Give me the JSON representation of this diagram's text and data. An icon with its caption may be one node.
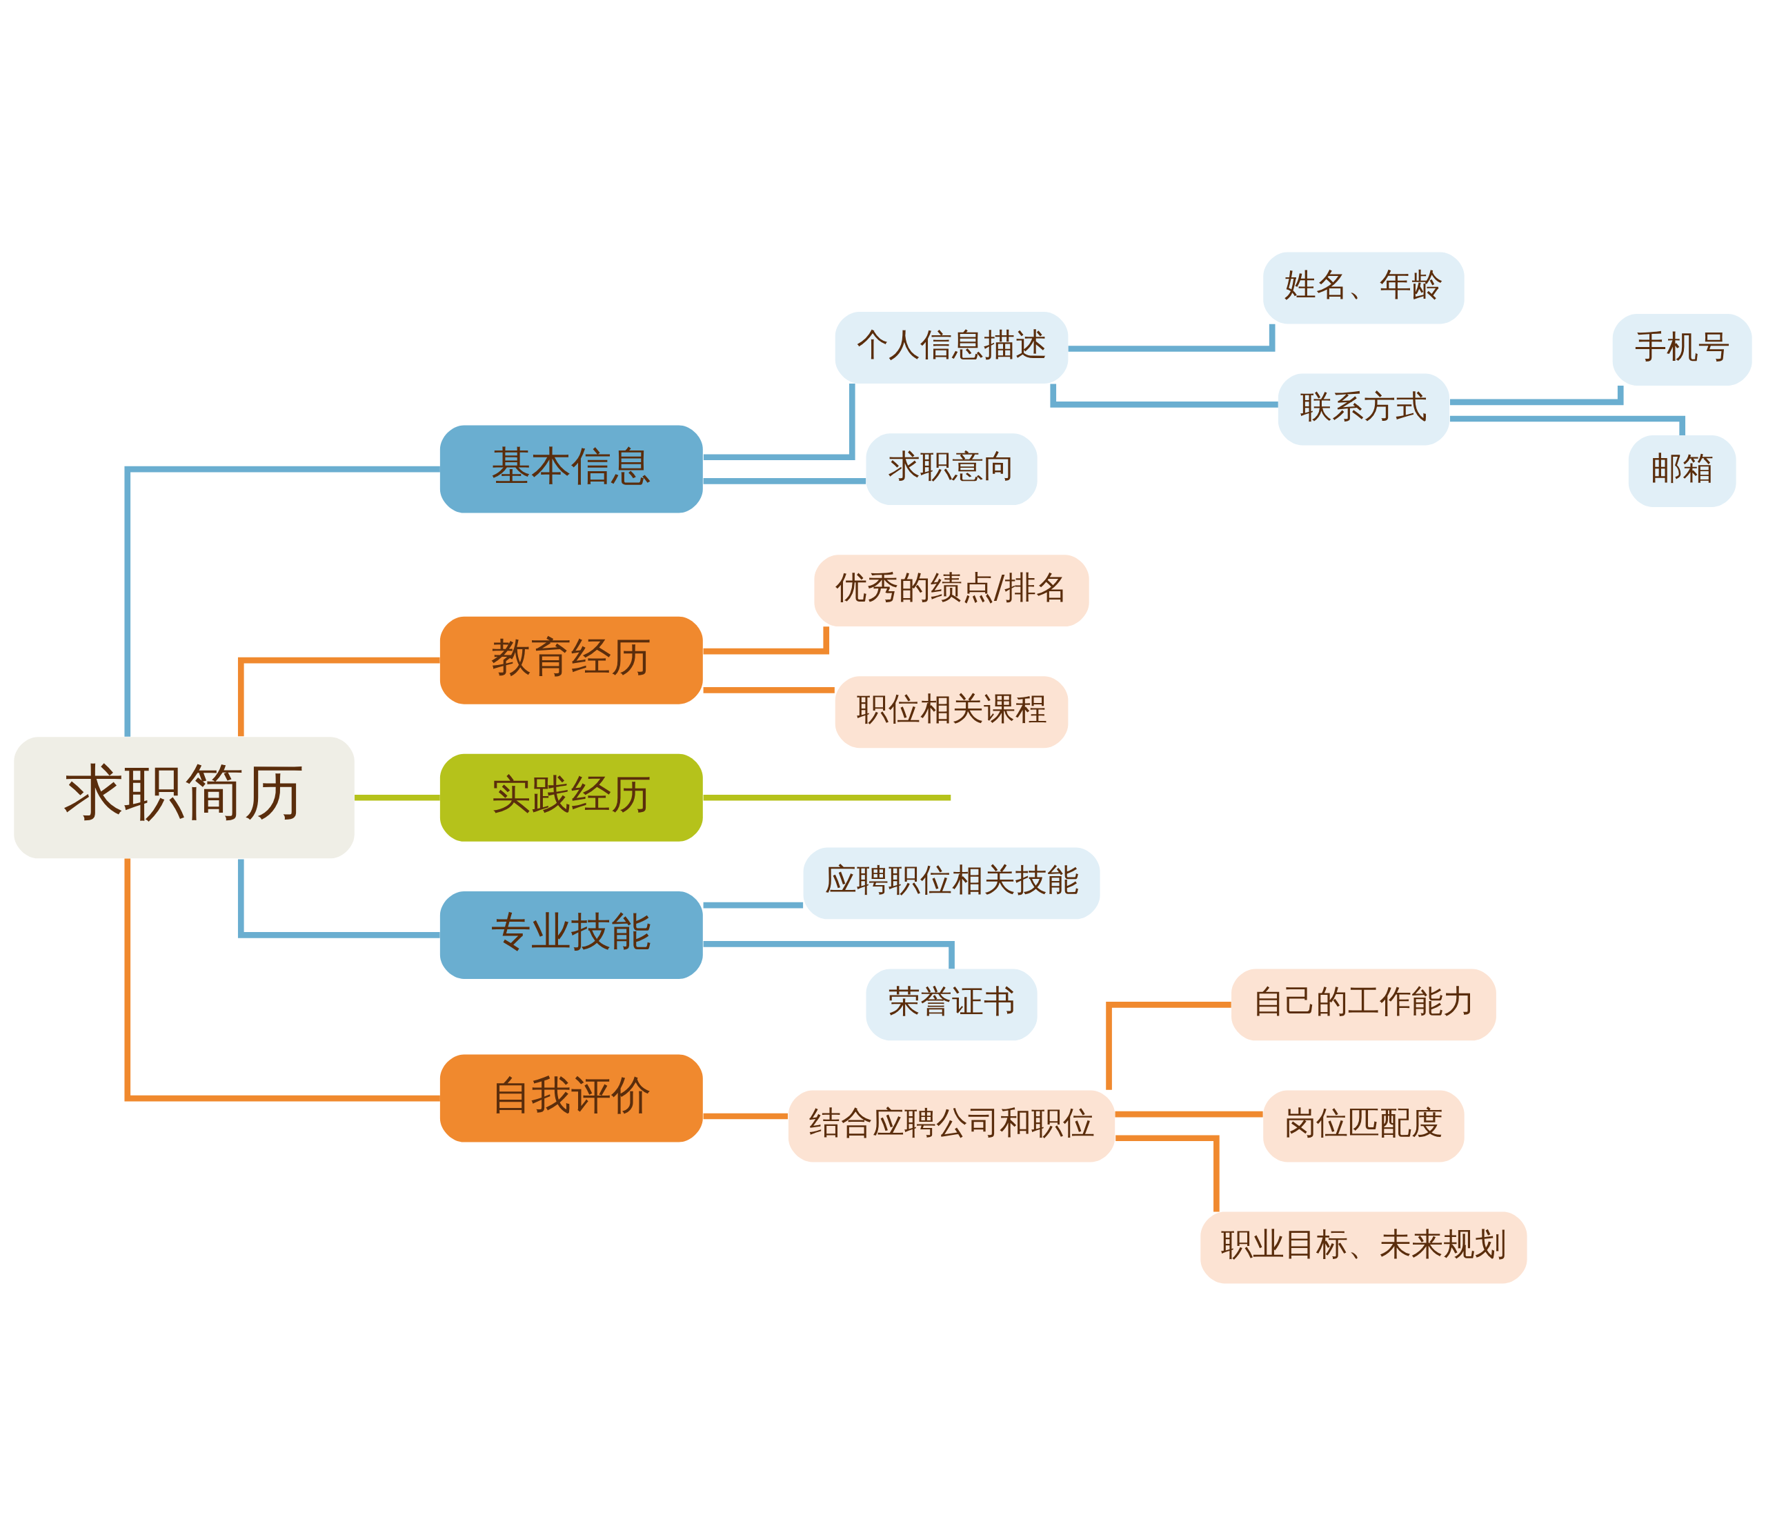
{
  "diagram": {
    "nodes": [
      {
        "text": [
          "求职简历"
        ]
      },
      {
        "text": [
          "基本信息"
        ]
      },
      {
        "text": [
          "个人信息描述"
        ]
      },
      {
        "text": [
          "姓名、年龄"
        ]
      },
      {
        "text": [
          "联系方式"
        ]
      },
      {
        "text": [
          "手机号"
        ]
      },
      {
        "text": [
          "邮箱"
        ]
      },
      {
        "text": [
          "求职意向"
        ]
      },
      {
        "text": [
          "教育经历"
        ]
      },
      {
        "text": [
          "优秀的绩点/排名"
        ]
      },
      {
        "text": [
          "职位相关课程"
        ]
      },
      {
        "text": [
          "实践经历"
        ]
      },
      {
        "text": [
          "专业技能"
        ]
      },
      {
        "text": [
          "应聘职位相关技能"
        ]
      },
      {
        "text": [
          "荣誉证书"
        ]
      },
      {
        "text": [
          "自我评价"
        ]
      },
      {
        "text": [
          "结合应聘公司和职位"
        ]
      },
      {
        "text": [
          "自己的工作能力"
        ]
      },
      {
        "text": [
          "岗位匹配度"
        ]
      },
      {
        "text": [
          "职业目标、未来规划"
        ]
      }
    ],
    "edges": [
      {
        "from": 0,
        "to": 1,
        "arrow": "none",
        "color": "#6aaed0"
      },
      {
        "from": 1,
        "to": 2,
        "arrow": "none",
        "color": "#6aaed0"
      },
      {
        "from": 2,
        "to": 3,
        "arrow": "none",
        "color": "#6aaed0"
      },
      {
        "from": 2,
        "to": 4,
        "arrow": "none",
        "color": "#6aaed0"
      },
      {
        "from": 4,
        "to": 5,
        "arrow": "none",
        "color": "#6aaed0"
      },
      {
        "from": 4,
        "to": 6,
        "arrow": "none",
        "color": "#6aaed0"
      },
      {
        "from": 1,
        "to": 7,
        "arrow": "none",
        "color": "#6aaed0"
      },
      {
        "from": 0,
        "to": 8,
        "arrow": "none",
        "color": "#f0892e"
      },
      {
        "from": 8,
        "to": 9,
        "arrow": "none",
        "color": "#f0892e"
      },
      {
        "from": 8,
        "to": 10,
        "arrow": "none",
        "color": "#f0892e"
      },
      {
        "from": 0,
        "to": 11,
        "arrow": "none",
        "color": "#b5c21b"
      },
      {
        "from": 11,
        "to": null,
        "arrow": "none",
        "color": "#b5c21b"
      },
      {
        "from": 0,
        "to": 12,
        "arrow": "none",
        "color": "#6aaed0"
      },
      {
        "from": 12,
        "to": 13,
        "arrow": "none",
        "color": "#6aaed0"
      },
      {
        "from": 12,
        "to": 14,
        "arrow": "none",
        "color": "#6aaed0"
      },
      {
        "from": 0,
        "to": 15,
        "arrow": "none",
        "color": "#f0892e"
      },
      {
        "from": 15,
        "to": 16,
        "arrow": "none",
        "color": "#f0892e"
      },
      {
        "from": 16,
        "to": 17,
        "arrow": "none",
        "color": "#f0892e"
      },
      {
        "from": 16,
        "to": 18,
        "arrow": "none",
        "color": "#f0892e"
      },
      {
        "from": 16,
        "to": 19,
        "arrow": "none",
        "color": "#f0892e"
      }
    ]
  }
}
